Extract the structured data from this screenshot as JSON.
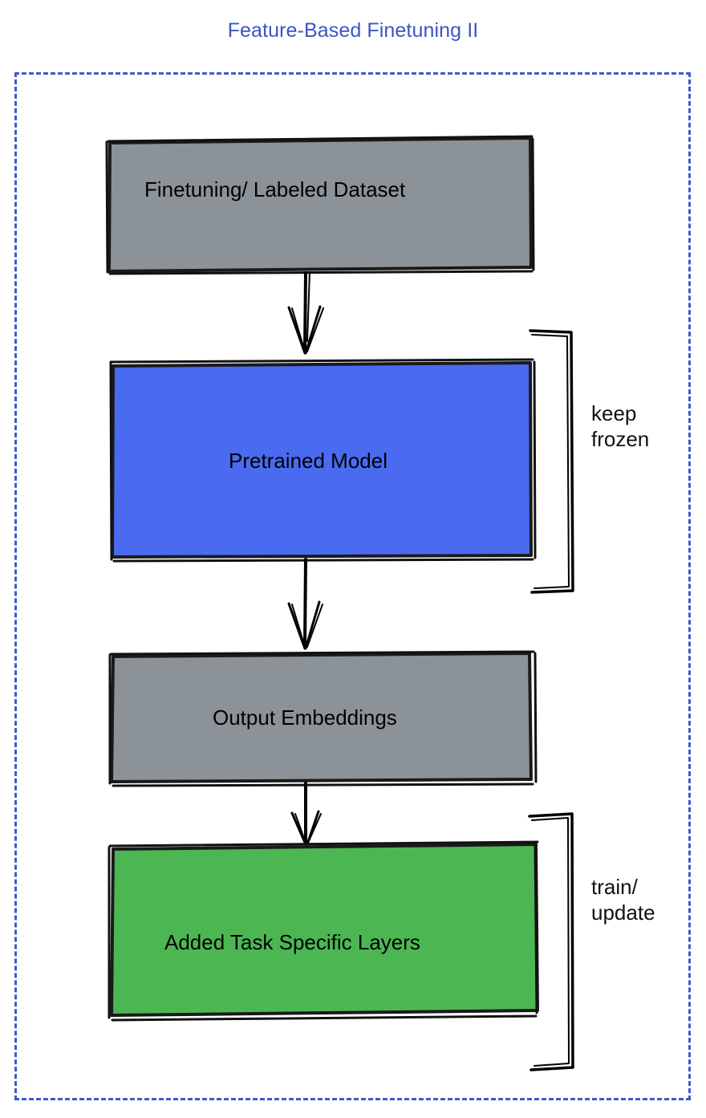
{
  "title": "Feature-Based Finetuning II",
  "colors": {
    "title_blue": "#3b55c4",
    "frame_dash_blue": "#3d5bc9",
    "gray_box": "#8b9399",
    "blue_box": "#4a6bf0",
    "green_box": "#4cb752",
    "stroke": "#000000",
    "background": "#ffffff"
  },
  "nodes": [
    {
      "id": "dataset",
      "label": "Finetuning/ Labeled Dataset",
      "fill": "#8b9399"
    },
    {
      "id": "pretrained",
      "label": "Pretrained Model",
      "fill": "#4a6bf0"
    },
    {
      "id": "embeddings",
      "label": "Output Embeddings",
      "fill": "#8b9399"
    },
    {
      "id": "task",
      "label": "Added Task Specific Layers",
      "fill": "#4cb752"
    }
  ],
  "brackets": [
    {
      "id": "frozen",
      "label": "keep\nfrozen",
      "targets": [
        "pretrained"
      ]
    },
    {
      "id": "update",
      "label": "train/\nupdate",
      "targets": [
        "task"
      ]
    }
  ],
  "edges": [
    {
      "from": "dataset",
      "to": "pretrained",
      "style": "arrow"
    },
    {
      "from": "pretrained",
      "to": "embeddings",
      "style": "arrow"
    },
    {
      "from": "embeddings",
      "to": "task",
      "style": "arrow"
    }
  ]
}
